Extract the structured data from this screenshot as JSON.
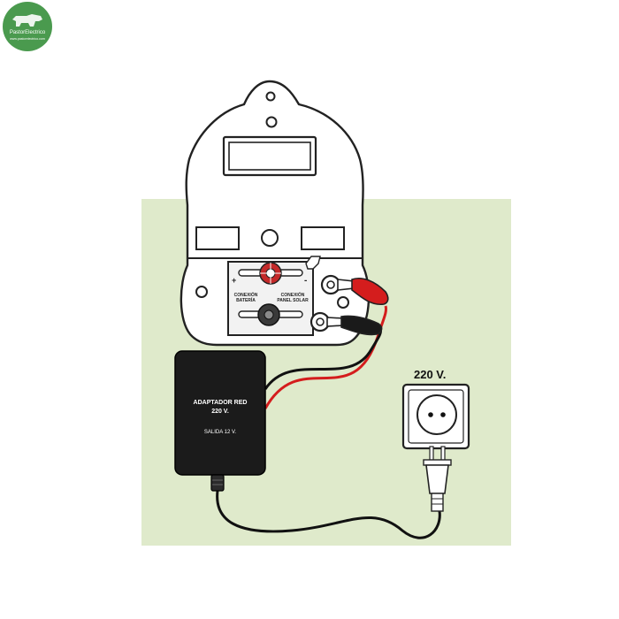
{
  "logo": {
    "brand": "PastorElectrico",
    "url": "www.pastorelectrico.com",
    "color": "#4a9a4e"
  },
  "colors": {
    "background_panel": "#dfeacb",
    "device_fill": "#ffffff",
    "outline": "#222222",
    "adapter_body": "#1b1b1b",
    "wire_red": "#d41d1d",
    "wire_black": "#111111",
    "knob_red": "#c42a2a",
    "knob_dark": "#3a3a3a"
  },
  "device": {
    "label_left_line1": "CONEXIÓN",
    "label_left_line2": "BATERÍA",
    "label_right_line1": "CONEXIÓN",
    "label_right_line2": "PANEL SOLAR",
    "plus_sign": "+",
    "minus_sign": "-"
  },
  "adapter": {
    "title_line1": "ADAPTADOR RED",
    "title_line2": "220 V.",
    "output": "SALIDA 12 V."
  },
  "outlet": {
    "voltage": "220 V."
  }
}
